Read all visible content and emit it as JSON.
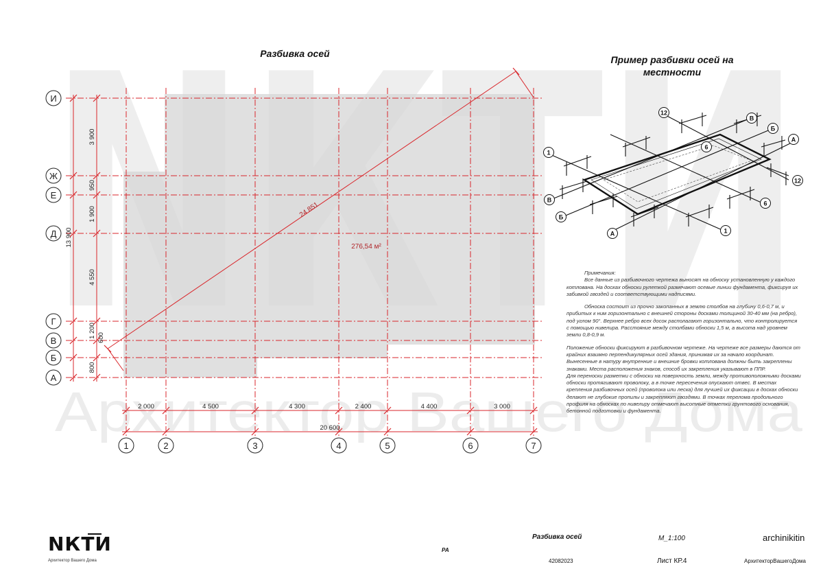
{
  "titles": {
    "plan": "Разбивка осей",
    "example": [
      "Пример разбивки осей на",
      "местности"
    ]
  },
  "watermark": {
    "letters": "NКТИ",
    "text": "Архитектор Вашего Дома"
  },
  "plan": {
    "row_axes": [
      "И",
      "Ж",
      "Е",
      "Д",
      "Г",
      "В",
      "Б",
      "А"
    ],
    "column_axes": [
      "1",
      "2",
      "3",
      "4",
      "5",
      "6",
      "7"
    ],
    "row_dims": [
      "3 900",
      "950",
      "1 900",
      "4 550",
      "1 200",
      "600",
      "800"
    ],
    "row_total": "13 900",
    "column_dims": [
      "2 000",
      "4 500",
      "4 300",
      "2 400",
      "4 400",
      "3 000"
    ],
    "column_total": "20 600",
    "diagonal": "24 851",
    "area": "276,54 м²",
    "colors": {
      "axis": "#d9262b",
      "fill": "#d6d6d6"
    }
  },
  "example_labels": [
    "12",
    "В",
    "Б",
    "А",
    "6",
    "1",
    "12",
    "6",
    "1",
    "В",
    "Б",
    "А"
  ],
  "notes": [
    "Примечания:",
    "Все данные из разбивочного чертежа выносят на обноску установленную у каждого котлована. На досках обноски рулеткой размечают осевые линии фундамента, фиксируя их забивкой гвоздей и соответствующими надписями.",
    "",
    "Обноска состоит из прочно закопанных в землю столбов на глубину 0,6-0,7 м, и прибитых к ним горизонтально с внешней стороны досками толщиной 30-40 мм (на ребро), под углом 90°. Верхнее ребро всех досок располагают горизонтально, что контролируется с помощью нивелира. Расстояние между столбами обноски 1,5 м, а высота над уровнем земли 0,8-0,9 м.",
    "",
    "Положение обноски фиксируют в разбивочном чертеже. На чертеже все размеры даются от крайних взаимно перпендикулярных осей здания, принимая их за начало координат. Вынесенные в натуру внутренние и внешние бровки котлована должны быть закреплены знаками. Места расположения знаков, способ их закрепления указывают в ППР.",
    "Для переноски разметки с обноски на поверхность земли, между противоположными досками обноски протягивают проволоку, а в точке пересечения опускают отвес. В местах крепления разбивочных осей (проволока или леска) для лучшей их фиксации в досках обноски делают не глубокие пропилы и закрепляют гвоздями. В точках перелома продольного профиля на обносках по нивелиру отмечают высотные отметки грунтового основания, бетонной подготовки и фундамента."
  ],
  "stamp": {
    "logo": "NКТИ",
    "logo_sub": "Архитектор Вашего Дома",
    "sheet_title": "Разбивка осей",
    "stage": "РА",
    "scale": "М_1:100",
    "brand": "archinikitin",
    "date": "42082023",
    "sheet": "Лист КР.4",
    "site": "АрхитекторВашегоДома"
  }
}
